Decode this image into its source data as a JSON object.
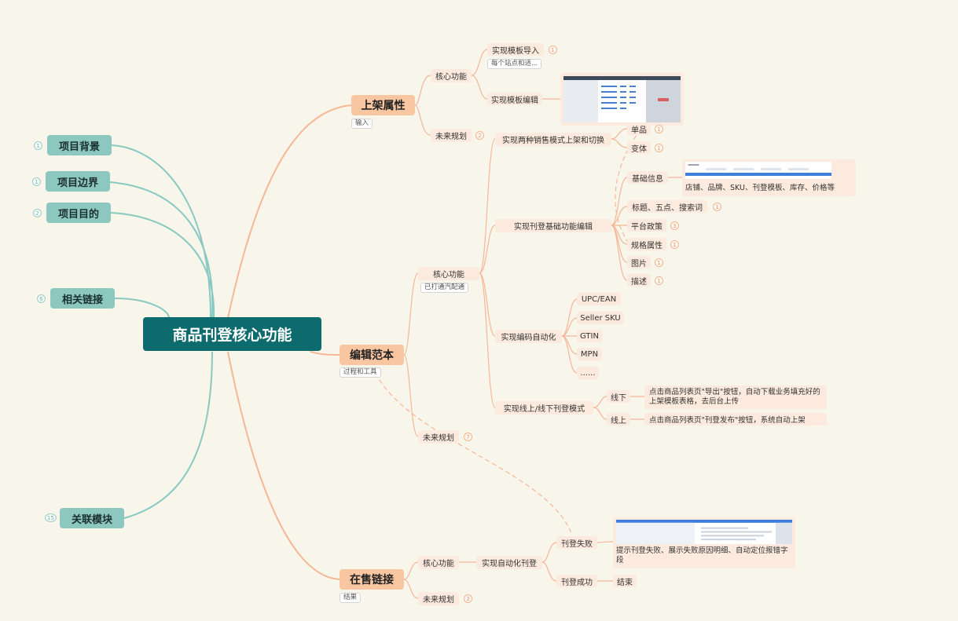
{
  "root": "商品刊登核心功能",
  "left": [
    {
      "label": "项目背景",
      "count": "1"
    },
    {
      "label": "项目边界",
      "count": "1"
    },
    {
      "label": "项目目的",
      "count": "2"
    },
    {
      "label": "相关链接",
      "count": "6"
    },
    {
      "label": "关联模块",
      "count": "15"
    }
  ],
  "shelf": {
    "label": "上架属性",
    "tag": "输入",
    "core": "核心功能",
    "import": "实现模板导入",
    "import_count": "1",
    "import_note": "每个站点和适...",
    "edit": "实现模板编辑",
    "future": "未来规划",
    "future_count": "2"
  },
  "edit": {
    "label": "编辑范本",
    "tag": "过程和工具",
    "core": "核心功能",
    "core_tag": "已打通汽配通",
    "modes": "实现两种销售模式上架和切换",
    "single": "单品",
    "single_count": "1",
    "variant": "变体",
    "variant_count": "1",
    "basic": "实现刊登基础功能编辑",
    "basic_info": "基础信息",
    "basic_info_desc": "店铺、品牌、SKU、刊登模板、库存、价格等",
    "title_points": "标题、五点、搜索词",
    "title_points_count": "1",
    "policy": "平台政策",
    "policy_count": "3",
    "spec": "规格属性",
    "spec_count": "1",
    "image": "图片",
    "image_count": "1",
    "desc": "描述",
    "desc_count": "1",
    "code": "实现编码自动化",
    "codes": [
      "UPC/EAN",
      "Seller SKU",
      "GTIN",
      "MPN",
      "......"
    ],
    "onoff": "实现线上/线下刊登模式",
    "offline": "线下",
    "offline_desc": "点击商品列表页\"导出\"按钮，自动下载业务填充好的上架模板表格，去后台上传",
    "online": "线上",
    "online_desc": "点击商品列表页\"刊登发布\"按钮，系统自动上架",
    "future": "未来规划",
    "future_count": "7"
  },
  "sale": {
    "label": "在售链接",
    "tag": "结果",
    "core": "核心功能",
    "auto": "实现自动化刊登",
    "fail": "刊登失败",
    "fail_desc": "提示刊登失败、展示失败原因明细、自动定位报错字段",
    "success": "刊登成功",
    "end": "结束",
    "future": "未来规划",
    "future_count": "3"
  },
  "colors": {
    "background": "#f8f5ea",
    "root": "#0d6b6e",
    "teal_node": "#8cc7c0",
    "teal_line": "#88c9c1",
    "orange_node": "#f9c6a2",
    "orange_line": "#f5b796",
    "light_node": "#fbeadd"
  }
}
